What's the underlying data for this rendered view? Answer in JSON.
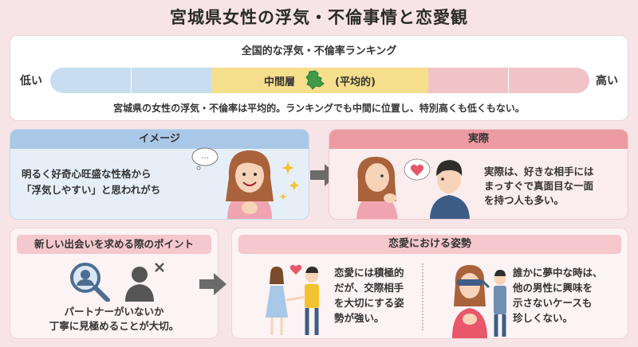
{
  "title": "宮城県女性の浮気・不倫事情と恋愛観",
  "ranking": {
    "heading": "全国的な浮気・不倫率ランキング",
    "low_label": "低い",
    "high_label": "高い",
    "middle_label": "中間層",
    "middle_sub": "(平均的)",
    "note": "宮城県の女性の浮気・不倫率は平均的。ランキングでも中間に位置し、特別高くも低くもない。",
    "colors": {
      "low": "#c8ddef",
      "middle": "#f5de8c",
      "high": "#f2c3c6"
    }
  },
  "image_section": {
    "header": "イメージ",
    "text_line1": "明るく好奇心旺盛な性格から",
    "text_line2": "「浮気しやすい」と思われがち",
    "bubble": "…"
  },
  "reality_section": {
    "header": "実際",
    "text_line1": "実際は、好きな相手には",
    "text_line2": "まっすぐで真面目な一面",
    "text_line3": "を持つ人も多い。"
  },
  "meeting_section": {
    "header": "新しい出会いを求める際のポイント",
    "text_line1": "パートナーがいないか",
    "text_line2": "丁寧に見極めることが大切。"
  },
  "love_section": {
    "header": "恋愛における姿勢",
    "left_line1": "恋愛には積極的",
    "left_line2": "だが、交際相手",
    "left_line3": "を大切にする姿",
    "left_line4": "勢が強い。",
    "right_line1": "誰かに夢中な時は、",
    "right_line2": "他の男性に興味を",
    "right_line3": "示さないケースも",
    "right_line4": "珍しくない。"
  }
}
